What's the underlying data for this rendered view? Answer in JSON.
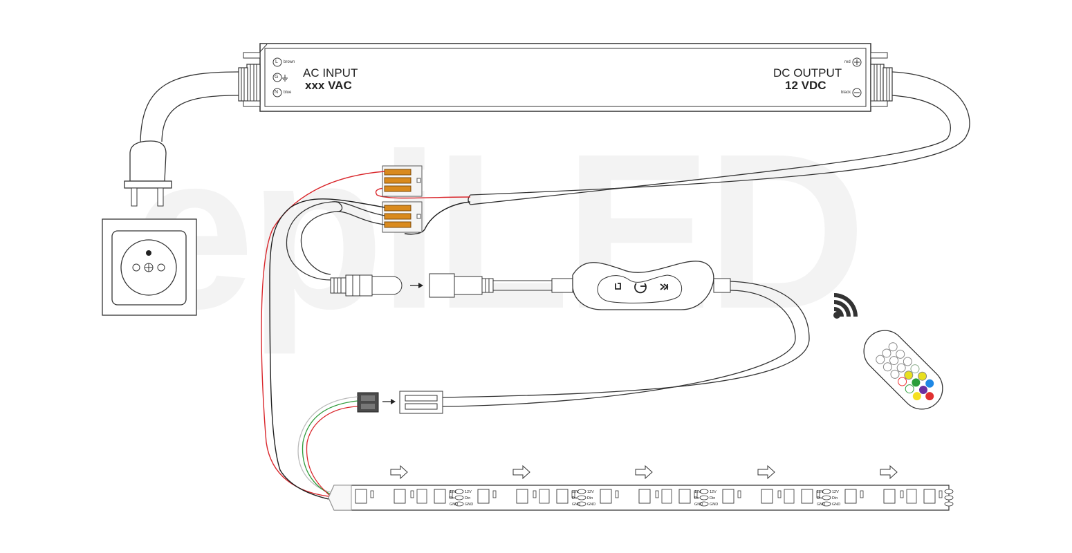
{
  "watermark": "epiLED",
  "power_supply": {
    "input_title": "AC INPUT",
    "input_voltage": "xxx VAC",
    "output_title": "DC OUTPUT",
    "output_voltage": "12 VDC",
    "terminal_L": "L",
    "terminal_G": "G",
    "terminal_N": "N",
    "wire_L": "brown",
    "wire_N": "blue",
    "wire_pos": "red",
    "wire_neg": "black"
  },
  "controller": {
    "buttons": [
      "mode-icon",
      "power-icon",
      "speed-icon"
    ]
  },
  "strip": {
    "pin_labels": [
      "12V",
      "Do",
      "GND"
    ],
    "pin_labels_in": [
      "12V",
      "Din",
      "GND"
    ],
    "segments": 5
  },
  "colors": {
    "red_wire": "#d9262b",
    "black_wire": "#1e1e1e",
    "green_wire": "#2e9a3a",
    "white_wire": "#bbbbbb",
    "connector_orange": "#d98a1e",
    "outline": "#333333"
  }
}
